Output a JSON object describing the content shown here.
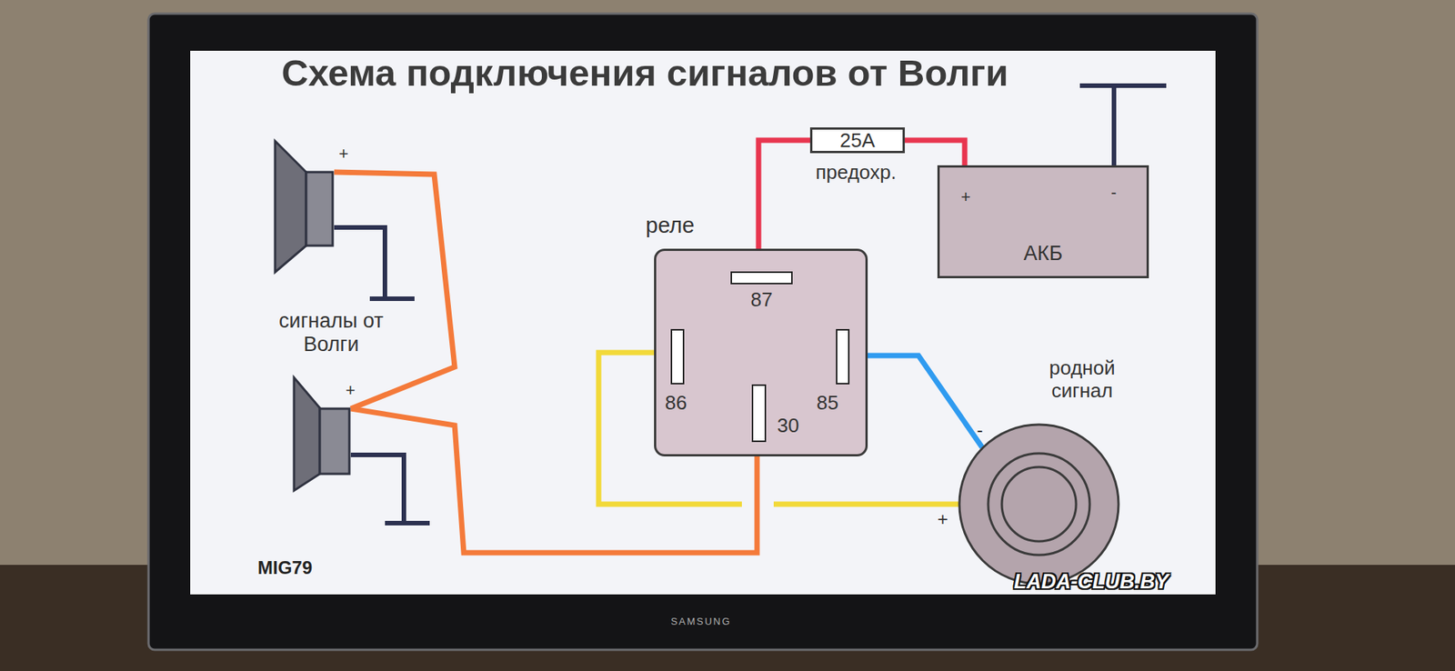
{
  "diagram": {
    "title": "Схема подключения сигналов от Волги",
    "nodes": [
      {
        "text": [
          "+"
        ]
      },
      {
        "text": [
          "+"
        ]
      },
      {
        "text": [
          "реле",
          "87",
          "86",
          "30",
          "85"
        ]
      },
      {
        "text": [
          "25A",
          "предохр."
        ]
      },
      {
        "text": [
          "АКБ",
          "+",
          "-"
        ]
      },
      {
        "text": [
          "родной сигнал",
          "-",
          "+"
        ]
      }
    ],
    "edges": [
      {
        "from": 2,
        "to": 3,
        "arrow": "none"
      },
      {
        "from": 3,
        "to": 4,
        "arrow": "none"
      },
      {
        "from": 2,
        "to": 5,
        "arrow": "none"
      },
      {
        "from": 2,
        "to": 5,
        "arrow": "none"
      },
      {
        "from": 2,
        "to": 1,
        "arrow": "none"
      },
      {
        "from": 1,
        "to": 0,
        "arrow": "none"
      }
    ],
    "labels": [
      "сигналы от Волги",
      "MIG79",
      "LADA-CLUB.BY",
      "SAMSUNG"
    ]
  }
}
